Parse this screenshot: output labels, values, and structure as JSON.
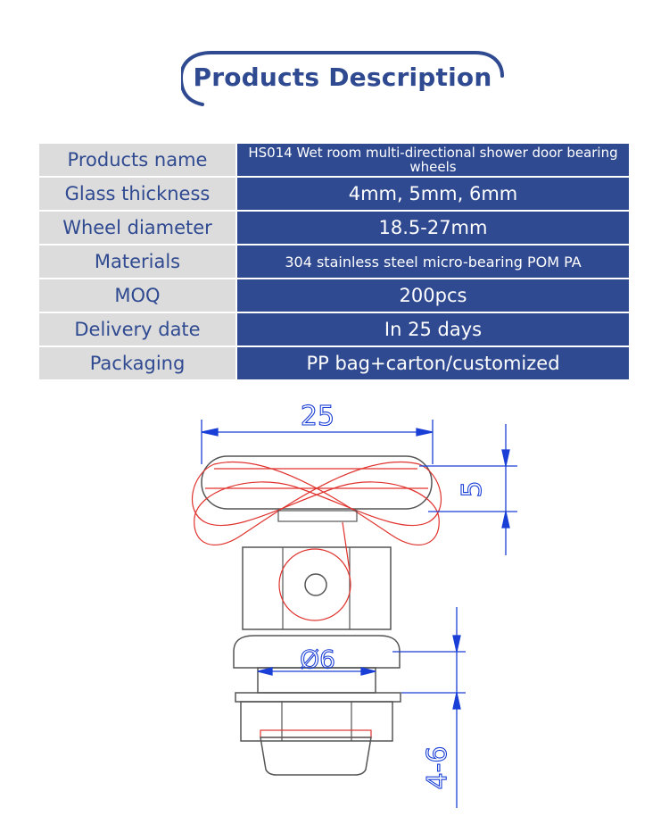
{
  "heading": {
    "title": "Products Description"
  },
  "specs": [
    {
      "label": "Products name",
      "value": "HS014 Wet room multi-directional shower door bearing wheels"
    },
    {
      "label": "Glass thickness",
      "value": "4mm, 5mm, 6mm"
    },
    {
      "label": "Wheel diameter",
      "value": "18.5-27mm"
    },
    {
      "label": "Materials",
      "value": "304 stainless steel micro-bearing POM PA"
    },
    {
      "label": "MOQ",
      "value": "200pcs"
    },
    {
      "label": "Delivery date",
      "value": "In 25 days"
    },
    {
      "label": "Packaging",
      "value": "PP bag+carton/customized"
    }
  ],
  "drawing": {
    "dim_width": "25",
    "dim_height": "5",
    "dim_diameter": "Ø6",
    "dim_glass": "4-6"
  },
  "colors": {
    "brand_blue": "#2f4a91",
    "label_gray": "#dcdcdc",
    "dimension_blue": "#1a3fd6",
    "part_red": "#e0332e",
    "outline_gray": "#555555"
  }
}
